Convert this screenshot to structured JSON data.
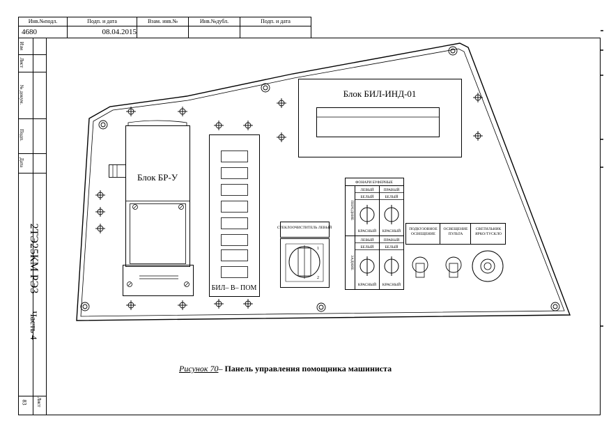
{
  "stamp": {
    "headers": [
      "Инв.№подл.",
      "Подп. и дата",
      "Взам. инв.№",
      "Инв.№дубл.",
      "Подп. и дата"
    ],
    "values": [
      "4680",
      "08.04.2015",
      "",
      "",
      ""
    ]
  },
  "side": {
    "labels": [
      "Изм",
      "Лист",
      "№ докум.",
      "Подп.",
      "Дата"
    ],
    "doc_code": "2ТЭ25КМ РЭ3",
    "part": "Часть 4",
    "sheet_label": "Лист",
    "sheet_number": "83"
  },
  "panel": {
    "bil_ind_title": "Блок БИЛ-ИНД-01",
    "br_u_title": "Блок БР-У",
    "bil_v_pom": "БИЛ– В– ПОМ",
    "wiper_label": "СТЕКЛООЧИСТИТЕЛЬ ЛЕВЫЙ",
    "wiper_pos1": "1",
    "wiper_pos2": "2",
    "buffer_lights_title": "ФОНАРИ БУФЕРНЫЕ",
    "front_label": "ПЕРЕДНИЕ",
    "rear_label": "ЗАДНИЕ",
    "left": "ЛЕВЫЙ",
    "right": "ПРАВЫЙ",
    "white": "БЕЛЫЙ",
    "red": "КРАСНЫЙ",
    "underbody_light": "ПОДКУЗОВНОЕ ОСВЕЩЕНИЕ",
    "console_light": "ОСВЕЩЕНИЕ ПУЛЬТА",
    "lamp_label": "СВЕТИЛЬНИК ЯРКО/ТУСКЛО"
  },
  "caption": {
    "figure": "Рисунок 70",
    "separator": "– ",
    "title": "Панель управления помощника машиниста"
  }
}
